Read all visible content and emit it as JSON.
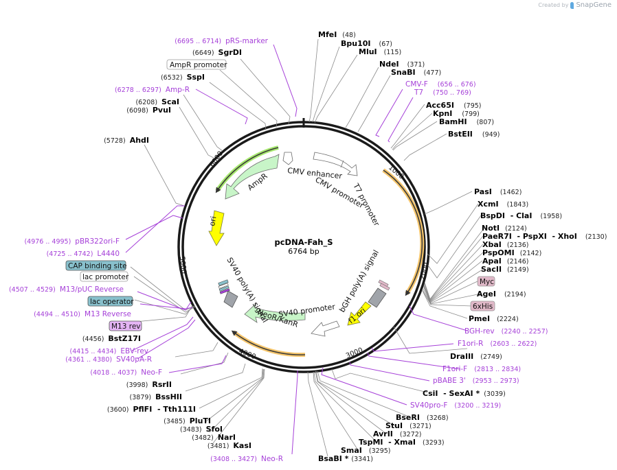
{
  "credit": {
    "prefix": "Created by",
    "brand": "SnapGene"
  },
  "plasmid": {
    "name": "pcDNA-Fah_S",
    "size_label": "6764 bp",
    "length": 6764
  },
  "colors": {
    "backbone": "#1a1a1a",
    "primer": "#a53fd8",
    "leader": "#888888",
    "ampr_fill": "#c8f5c8",
    "neo_fill": "#c8f5c8",
    "ori_fill": "#ffff00",
    "orf_stroke": "#f5c56b",
    "ampr_orf_glow": "#a6e86e",
    "cap_fill": "#88c0cc",
    "m13rev_fill": "#e4b4f4",
    "tag_fill": "#e0b8c8",
    "polyA_fill": "#a0a4aa"
  },
  "ticks": [
    {
      "label": "1000"
    },
    {
      "label": "2000"
    },
    {
      "label": "3000"
    },
    {
      "label": "4000"
    },
    {
      "label": "5000"
    },
    {
      "label": "6000"
    }
  ],
  "inner_features": {
    "cmv_enhancer": "CMV enhancer",
    "cmv_promoter": "CMV promoter",
    "t7_promoter": "T7 promoter",
    "ampr": "AmpR",
    "ori": "ori",
    "sv40_polya": "SV40 poly(A) signal",
    "neo": "NeoR/KanR",
    "sv40_promoter": "SV40 promoter",
    "f1_ori": "f1 ori",
    "bgh_polya": "bGH poly(A) signal"
  },
  "labels_right_top": [
    {
      "name": "MfeI",
      "pos": "(48)"
    },
    {
      "name": "Bpu10I",
      "pos": "(67)"
    },
    {
      "name": "MluI",
      "pos": "(115)"
    },
    {
      "name": "NdeI",
      "pos": "(371)"
    },
    {
      "name": "SnaBI",
      "pos": "(477)"
    },
    {
      "primer": "CMV-F",
      "range": "(656 .. 676)"
    },
    {
      "primer": "T7",
      "range": "(750 .. 769)"
    },
    {
      "name": "Acc65I",
      "pos": "(795)"
    },
    {
      "name": "KpnI",
      "pos": "(799)"
    },
    {
      "name": "BamHI",
      "pos": "(807)"
    },
    {
      "name": "BstEII",
      "pos": "(949)"
    }
  ],
  "labels_right_mid": [
    {
      "name": "PasI",
      "pos": "(1462)"
    },
    {
      "name": "XcmI",
      "pos": "(1843)"
    },
    {
      "name": "BspDI  - ClaI",
      "pos": "(1958)"
    },
    {
      "name": "NotI",
      "pos": "(2124)"
    },
    {
      "name": "PaeR7I  - PspXI  - XhoI",
      "pos": "(2130)"
    },
    {
      "name": "XbaI",
      "pos": "(2136)"
    },
    {
      "name": "PspOMI",
      "pos": "(2142)"
    },
    {
      "name": "ApaI",
      "pos": "(2146)"
    },
    {
      "name": "SacII",
      "pos": "(2149)"
    },
    {
      "feature": "Myc"
    },
    {
      "name": "AgeI",
      "pos": "(2194)"
    },
    {
      "feature": "6xHis"
    },
    {
      "name": "PmeI",
      "pos": "(2224)"
    },
    {
      "primer": "BGH-rev",
      "range": "(2240 .. 2257)"
    },
    {
      "primer": "F1ori-R",
      "range": "(2603 .. 2622)"
    },
    {
      "name": "DraIII",
      "pos": "(2749)"
    },
    {
      "primer": "F1ori-F",
      "range": "(2813 .. 2834)"
    },
    {
      "primer": "pBABE 3'",
      "range": "(2953 .. 2973)"
    },
    {
      "name": "CsiI  - SexAI *",
      "pos": "(3039)"
    },
    {
      "primer": "SV40pro-F",
      "range": "(3200 .. 3219)"
    },
    {
      "name": "BseRI",
      "pos": "(3268)"
    },
    {
      "name": "StuI",
      "pos": "(3271)"
    },
    {
      "name": "AvrII",
      "pos": "(3272)"
    },
    {
      "name": "TspMI  - XmaI",
      "pos": "(3293)"
    },
    {
      "name": "SmaI",
      "pos": "(3295)"
    },
    {
      "name": "BsaBI *",
      "pos": "(3341)"
    }
  ],
  "labels_left": [
    {
      "primer": "pRS-marker",
      "range": "(6695 .. 6714)"
    },
    {
      "name": "SgrDI",
      "pos": "(6649)"
    },
    {
      "feature": "AmpR promoter"
    },
    {
      "name": "SspI",
      "pos": "(6532)"
    },
    {
      "primer": "Amp-R",
      "range": "(6278 .. 6297)"
    },
    {
      "name": "ScaI",
      "pos": "(6208)"
    },
    {
      "name": "PvuI",
      "pos": "(6098)"
    },
    {
      "name": "AhdI",
      "pos": "(5728)"
    },
    {
      "primer": "pBR322ori-F",
      "range": "(4976 .. 4995)"
    },
    {
      "primer": "L4440",
      "range": "(4725 .. 4742)"
    },
    {
      "feature": "CAP binding site"
    },
    {
      "feature": "lac promoter"
    },
    {
      "primer": "M13/pUC Reverse",
      "range": "(4507 .. 4529)"
    },
    {
      "feature": "lac operator"
    },
    {
      "primer": "M13 Reverse",
      "range": "(4494 .. 4510)"
    },
    {
      "feature": "M13 rev"
    },
    {
      "name": "BstZ17I",
      "pos": "(4456)"
    },
    {
      "primer": "EBV-rev",
      "range": "(4415 .. 4434)"
    },
    {
      "primer": "SV40pA-R",
      "range": "(4361 .. 4380)"
    },
    {
      "primer": "Neo-F",
      "range": "(4018 .. 4037)"
    },
    {
      "name": "RsrII",
      "pos": "(3998)"
    },
    {
      "name": "BssHII",
      "pos": "(3879)"
    },
    {
      "name": "PflFI  - Tth111I",
      "pos": "(3600)"
    },
    {
      "name": "PluTI",
      "pos": "(3485)"
    },
    {
      "name": "SfoI",
      "pos": "(3483)"
    },
    {
      "name": "NarI",
      "pos": "(3482)"
    },
    {
      "name": "KasI",
      "pos": "(3481)"
    },
    {
      "primer": "Neo-R",
      "range": "(3408 .. 3427)"
    }
  ]
}
